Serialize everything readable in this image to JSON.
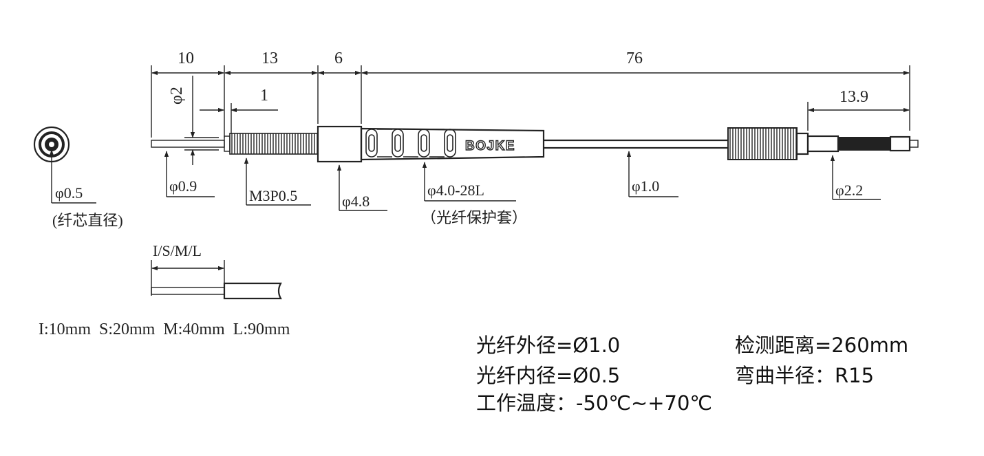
{
  "dimensions": {
    "d10": "10",
    "d13": "13",
    "d6": "6",
    "d76": "76",
    "d13_9": "13.9",
    "phi2": "φ2",
    "d1": "1"
  },
  "callouts": {
    "core_dia": "φ0.5",
    "core_note": "(纤芯直径)",
    "tip_dia": "φ0.9",
    "thread": "M3P0.5",
    "body_dia": "φ4.8",
    "sleeve": "φ4.0-28L",
    "sleeve_note": "（光纤保护套）",
    "fiber_dia": "φ1.0",
    "end_dia": "φ2.2"
  },
  "brand": "BOJKE",
  "tip_length": {
    "label": "I/S/M/L",
    "options": "I:10mm  S:20mm  M:40mm  L:90mm"
  },
  "specs": {
    "outer": "光纤外径=Ø1.0",
    "inner": "光纤内径=Ø0.5",
    "temp": "工作温度：-50℃~+70℃",
    "range": "检测距离=260mm",
    "bend": "弯曲半径：R15"
  }
}
